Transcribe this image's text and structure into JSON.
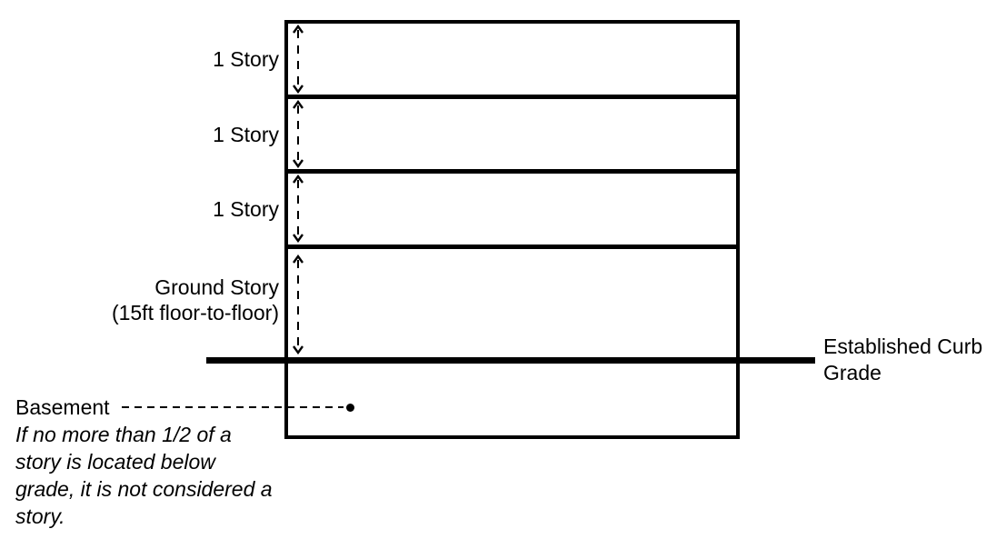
{
  "stories": [
    {
      "label": "1 Story"
    },
    {
      "label": "1 Story"
    },
    {
      "label": "1 Story"
    },
    {
      "label": "Ground Story",
      "sublabel": "(15ft floor-to-floor)"
    }
  ],
  "curb": {
    "lines": [
      "Established Curb",
      "Grade"
    ]
  },
  "basement": {
    "label": "Basement",
    "note_lines": [
      "If no more than 1/2 of a",
      "story is located below",
      "grade, it is not considered a",
      "story."
    ]
  },
  "colors": {
    "line": "#000000",
    "background": "#ffffff"
  }
}
